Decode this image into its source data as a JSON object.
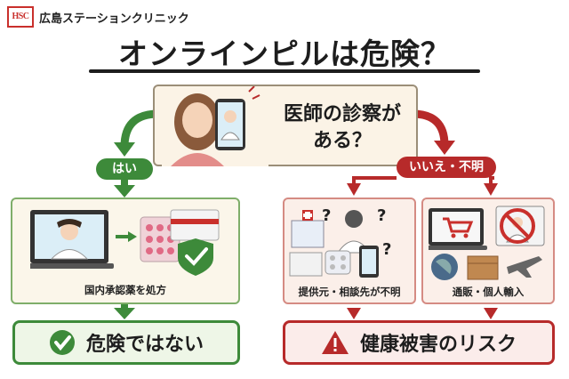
{
  "logo": {
    "mark": "HSC",
    "name": "広島ステーションクリニック"
  },
  "title": "オンラインピルは危険？",
  "question": {
    "line1": "医師の診察が",
    "line2": "ある？"
  },
  "branch_yes": {
    "label": "はい",
    "caption": "国内承認薬を処方",
    "result": "危険ではない"
  },
  "branch_no": {
    "label": "いいえ・不明",
    "panel1_caption": "提供元・相談先が不明",
    "panel2_caption": "通販・個人輸入",
    "result": "健康被害のリスク"
  },
  "colors": {
    "green": "#3d8a3a",
    "red": "#b72a2a",
    "cream": "#fbf3e6"
  }
}
